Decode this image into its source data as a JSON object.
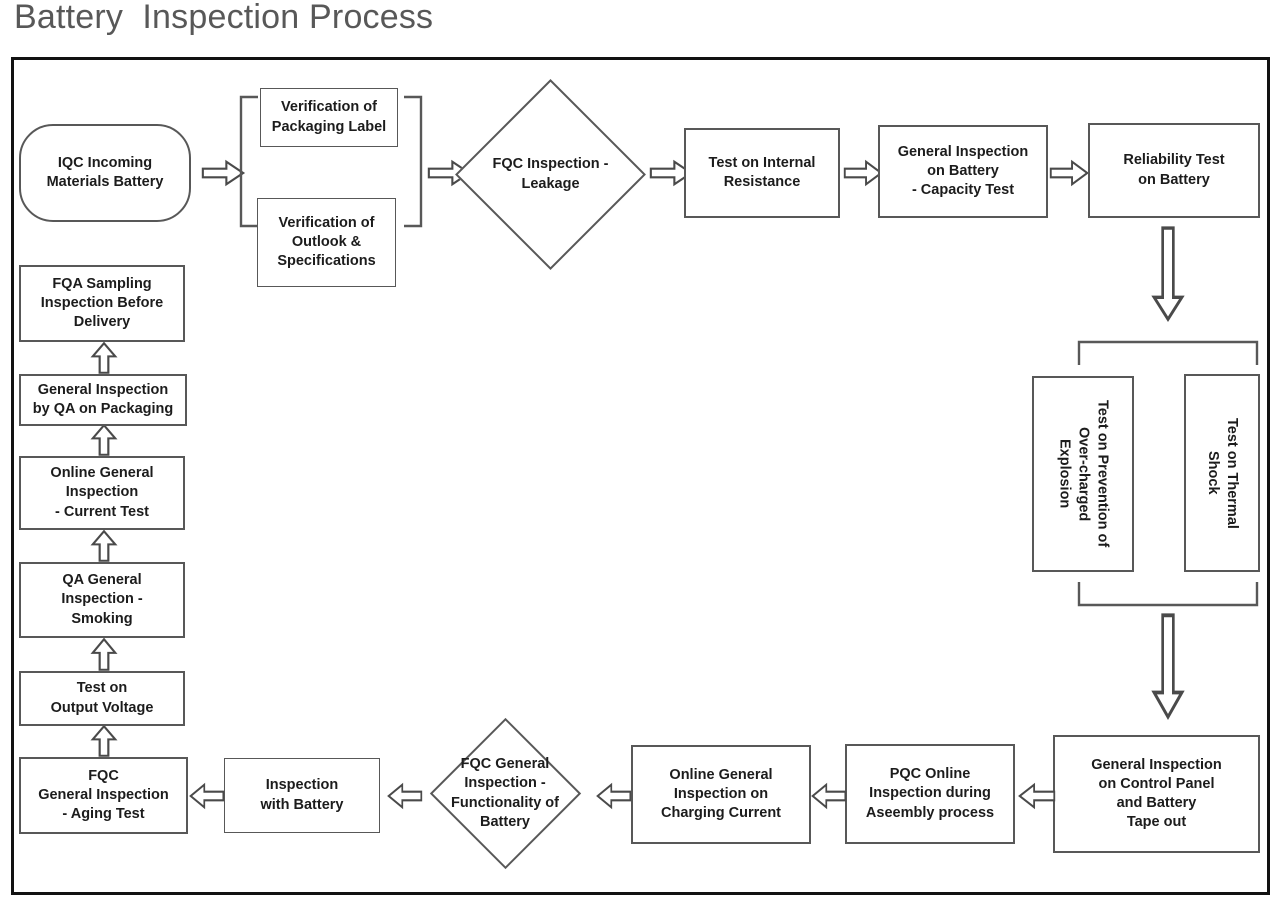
{
  "page": {
    "title": "Battery  Inspection Process"
  },
  "nodes": {
    "iqc_incoming": "IQC Incoming\nMaterials Battery",
    "verif_packaging_label": "Verification of\nPackaging Label",
    "verif_outlook_specs": "Verification of\nOutlook &\nSpecifications",
    "fqc_leakage": "FQC Inspection -\nLeakage",
    "test_internal_resistance": "Test on Internal\nResistance",
    "general_capacity": "General Inspection\non Battery\n- Capacity Test",
    "reliability_test": "Reliability Test\non Battery",
    "test_overcharge": "Test on Prevention of\nOver-charged\nExplosion",
    "test_thermal_shock": "Test on Thermal\nShock",
    "general_control_panel": "General Inspection\non Control Panel\nand Battery\nTape out",
    "pqc_online": "PQC Online\nInspection during\nAseembly process",
    "online_charging_current": "Online General\nInspection on\nCharging Current",
    "fqc_functionality": "FQC General\nInspection -\nFunctionality of\nBattery",
    "inspection_with_battery": "Inspection\nwith Battery",
    "fqc_aging": "FQC\nGeneral Inspection\n- Aging Test",
    "test_output_voltage": "Test on\nOutput Voltage",
    "qa_smoking": "QA General\nInspection -\nSmoking",
    "online_current_test": "Online General\nInspection\n- Current Test",
    "general_qa_packaging": "General Inspection\nby QA on Packaging",
    "fqa_sampling": "FQA Sampling\nInspection Before\nDelivery"
  },
  "chart_data": {
    "type": "diagram",
    "title": "Battery  Inspection Process",
    "flow_order": [
      "IQC Incoming Materials Battery",
      "Verification of Packaging Label",
      "Verification of Outlook & Specifications",
      "FQC Inspection - Leakage",
      "Test on Internal Resistance",
      "General Inspection on Battery - Capacity Test",
      "Reliability Test on Battery",
      "Test on Prevention of Over-charged Explosion",
      "Test on Thermal Shock",
      "General Inspection on Control Panel and Battery Tape out",
      "PQC Online Inspection during Aseembly process",
      "Online General Inspection on Charging Current",
      "FQC General Inspection - Functionality of Battery",
      "Inspection with Battery",
      "FQC General Inspection - Aging Test",
      "Test on Output Voltage",
      "QA General Inspection - Smoking",
      "Online General Inspection - Current Test",
      "General Inspection by QA on Packaging",
      "FQA Sampling Inspection Before Delivery"
    ],
    "shapes": {
      "terminator": [
        "IQC Incoming Materials Battery"
      ],
      "decision": [
        "FQC Inspection - Leakage",
        "FQC General Inspection - Functionality of Battery"
      ],
      "process": "all others"
    },
    "colors": {
      "stroke": "#585858",
      "frame": "#121212",
      "title": "#585858",
      "fill": "#ffffff"
    }
  }
}
